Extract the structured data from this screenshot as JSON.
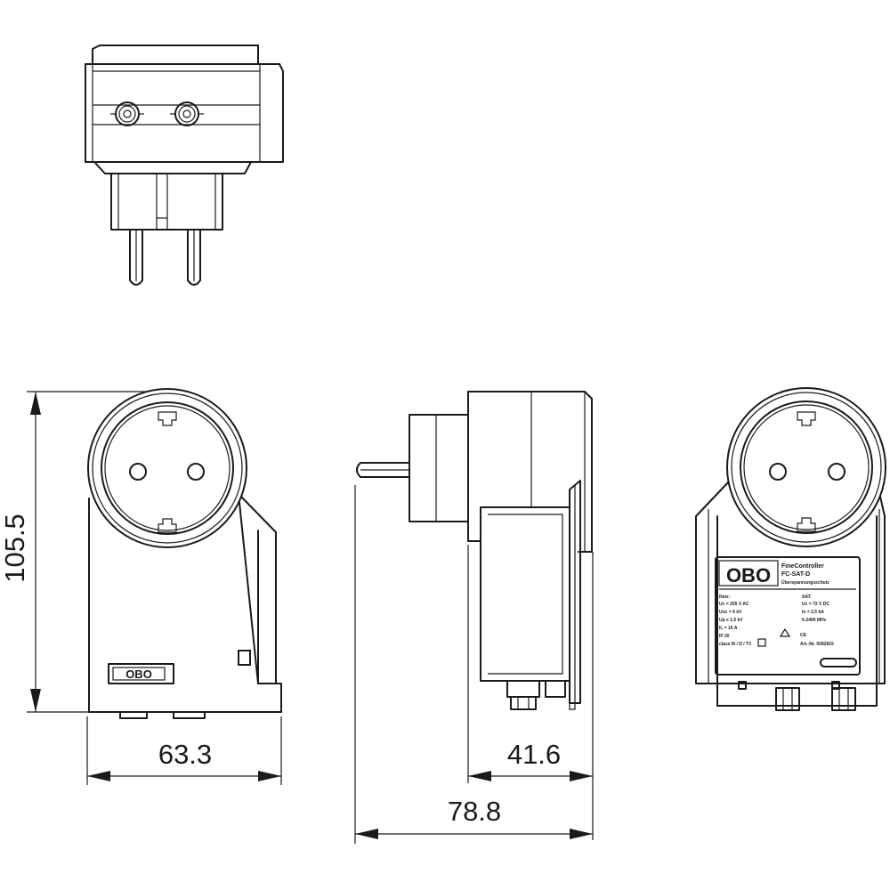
{
  "dimensions": {
    "height": "105.5",
    "front_width": "63.3",
    "side_body_depth": "41.6",
    "side_total_depth": "78.8"
  },
  "logo": {
    "text": "OBO"
  },
  "type_label": {
    "product_line": "FineController",
    "model": "FC-SAT-D",
    "subtitle": "Überspannungsschutz",
    "left_head": "Netz:",
    "right_head": "SAT:",
    "left_lines": [
      "Uc = 255 V AC",
      "Uoc = 6 kV",
      "Up ≤ 1,5 kV",
      "IL = 16 A",
      "IP 20",
      "class III / D / T3"
    ],
    "right_lines": [
      "Uc = 72 V DC",
      "In = 2,5 kA",
      "5-2400 MHz"
    ],
    "article": "Art.-Nr. 5092815",
    "ce_mark": "CE"
  },
  "icons": [
    "warning-triangle-icon",
    "ce-mark-icon"
  ]
}
